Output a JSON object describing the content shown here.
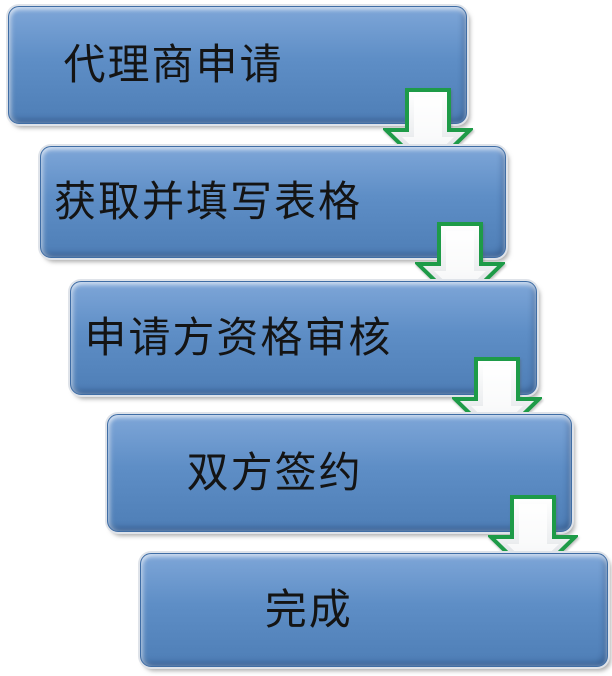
{
  "diagram": {
    "type": "step-down-process-flowchart",
    "steps": [
      {
        "label": "代理商申请"
      },
      {
        "label": "获取并填写表格"
      },
      {
        "label": "申请方资格审核"
      },
      {
        "label": "双方签约"
      },
      {
        "label": "完成"
      }
    ],
    "connector_icon": "down-arrow-icon",
    "colors": {
      "box_fill_light": "#7ea6d8",
      "box_fill": "#5e8ec6",
      "box_fill_dark": "#4e7eb6",
      "box_edge": "#3f6da5",
      "arrow_outline": "#1e9b48",
      "arrow_fill_light": "#ffffff",
      "arrow_fill_dark": "#c6ccd2",
      "text": "#141414",
      "background": "#ffffff"
    }
  }
}
